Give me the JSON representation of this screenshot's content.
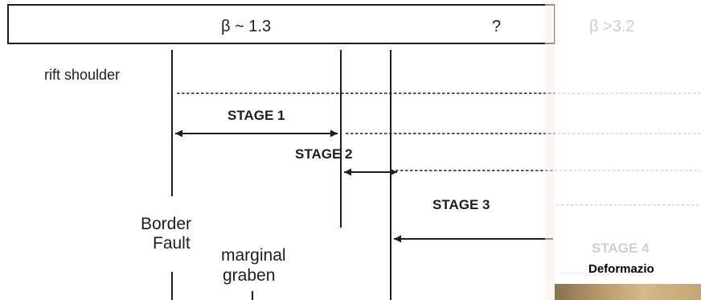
{
  "colors": {
    "line": "#1e1e1e",
    "text": "#1e1e1e",
    "faded_text": "#cfcfcf",
    "photo_strip": "#c6a474",
    "panel_tint": "#fcebeb"
  },
  "header": {
    "beta_left": "β ~ 1.3",
    "unknown": "?",
    "beta_right": "β >3.2"
  },
  "labels": {
    "rift_shoulder": "rift shoulder",
    "border": "Border",
    "fault": "Fault",
    "marginal": "marginal",
    "graben": "graben"
  },
  "stages": {
    "stage1": "STAGE 1",
    "stage2": "STAGE 2",
    "stage3": "STAGE 3",
    "stage4": "STAGE 4"
  },
  "overlay": {
    "caption": "Deformazio"
  }
}
